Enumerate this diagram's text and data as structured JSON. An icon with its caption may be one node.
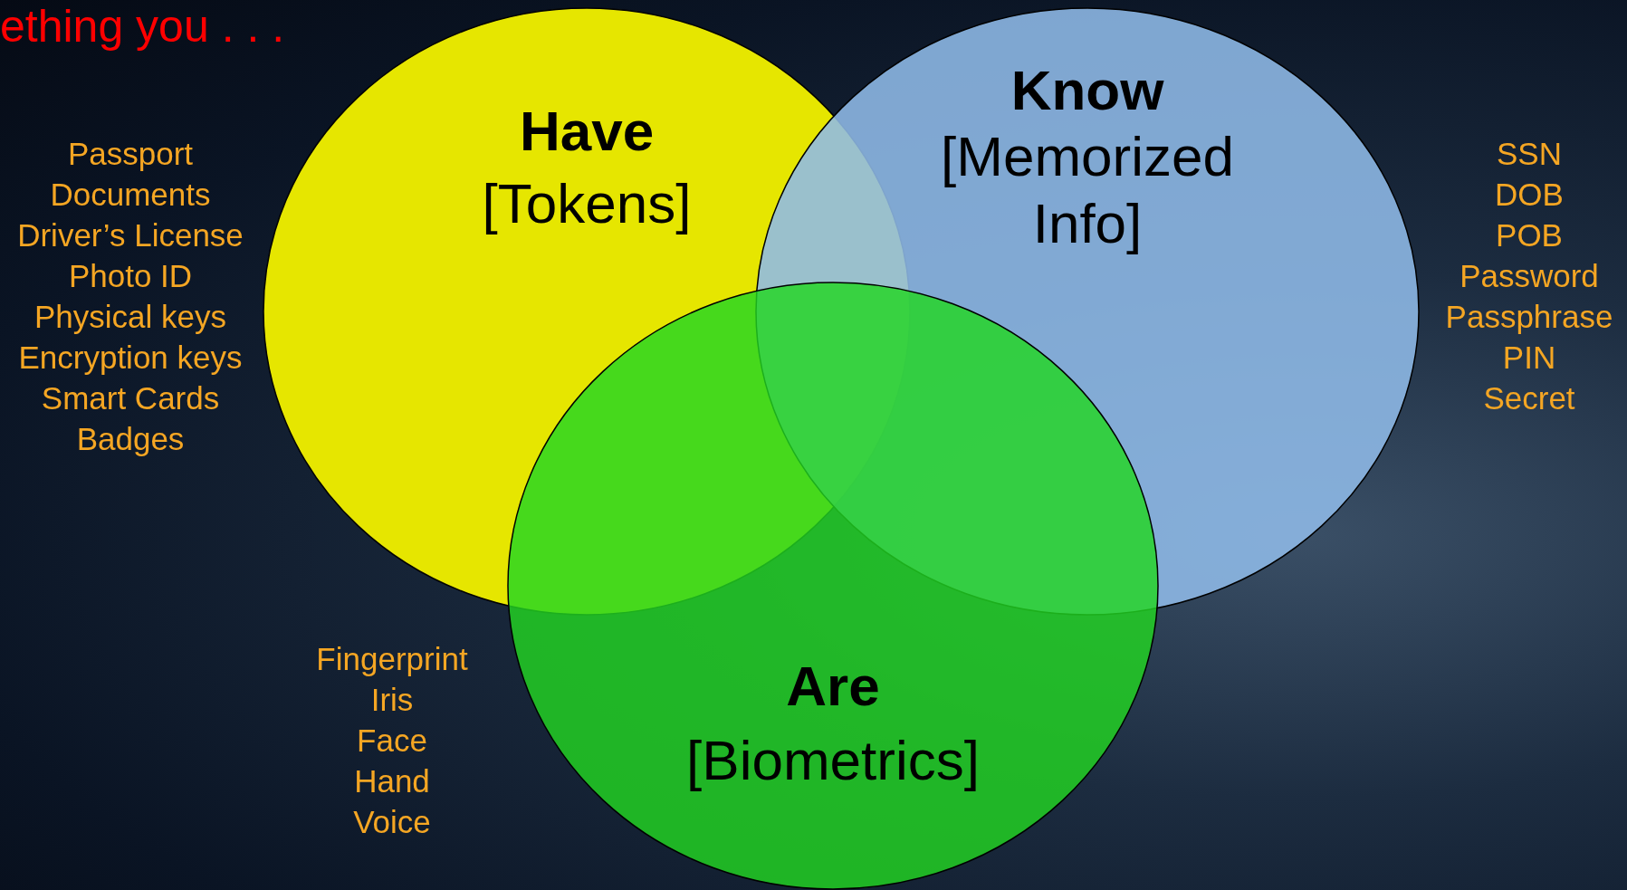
{
  "diagram": {
    "title": "ething you . . .",
    "nodes": [
      {
        "text": [
          "Have",
          "[Tokens]"
        ],
        "beside": [
          "Passport",
          "Documents",
          "Driver’s License",
          "Photo ID",
          "Physical keys",
          "Encryption keys",
          "Smart Cards",
          "Badges"
        ]
      },
      {
        "text": [
          "Know",
          "[Memorized Info]"
        ],
        "beside": [
          "SSN",
          "DOB",
          "POB",
          "Password",
          "Passphrase",
          "PIN",
          "Secret"
        ]
      },
      {
        "text": [
          "Are",
          "[Biometrics]"
        ],
        "beside": [
          "Fingerprint",
          "Iris",
          "Face",
          "Hand",
          "Voice"
        ]
      }
    ]
  }
}
